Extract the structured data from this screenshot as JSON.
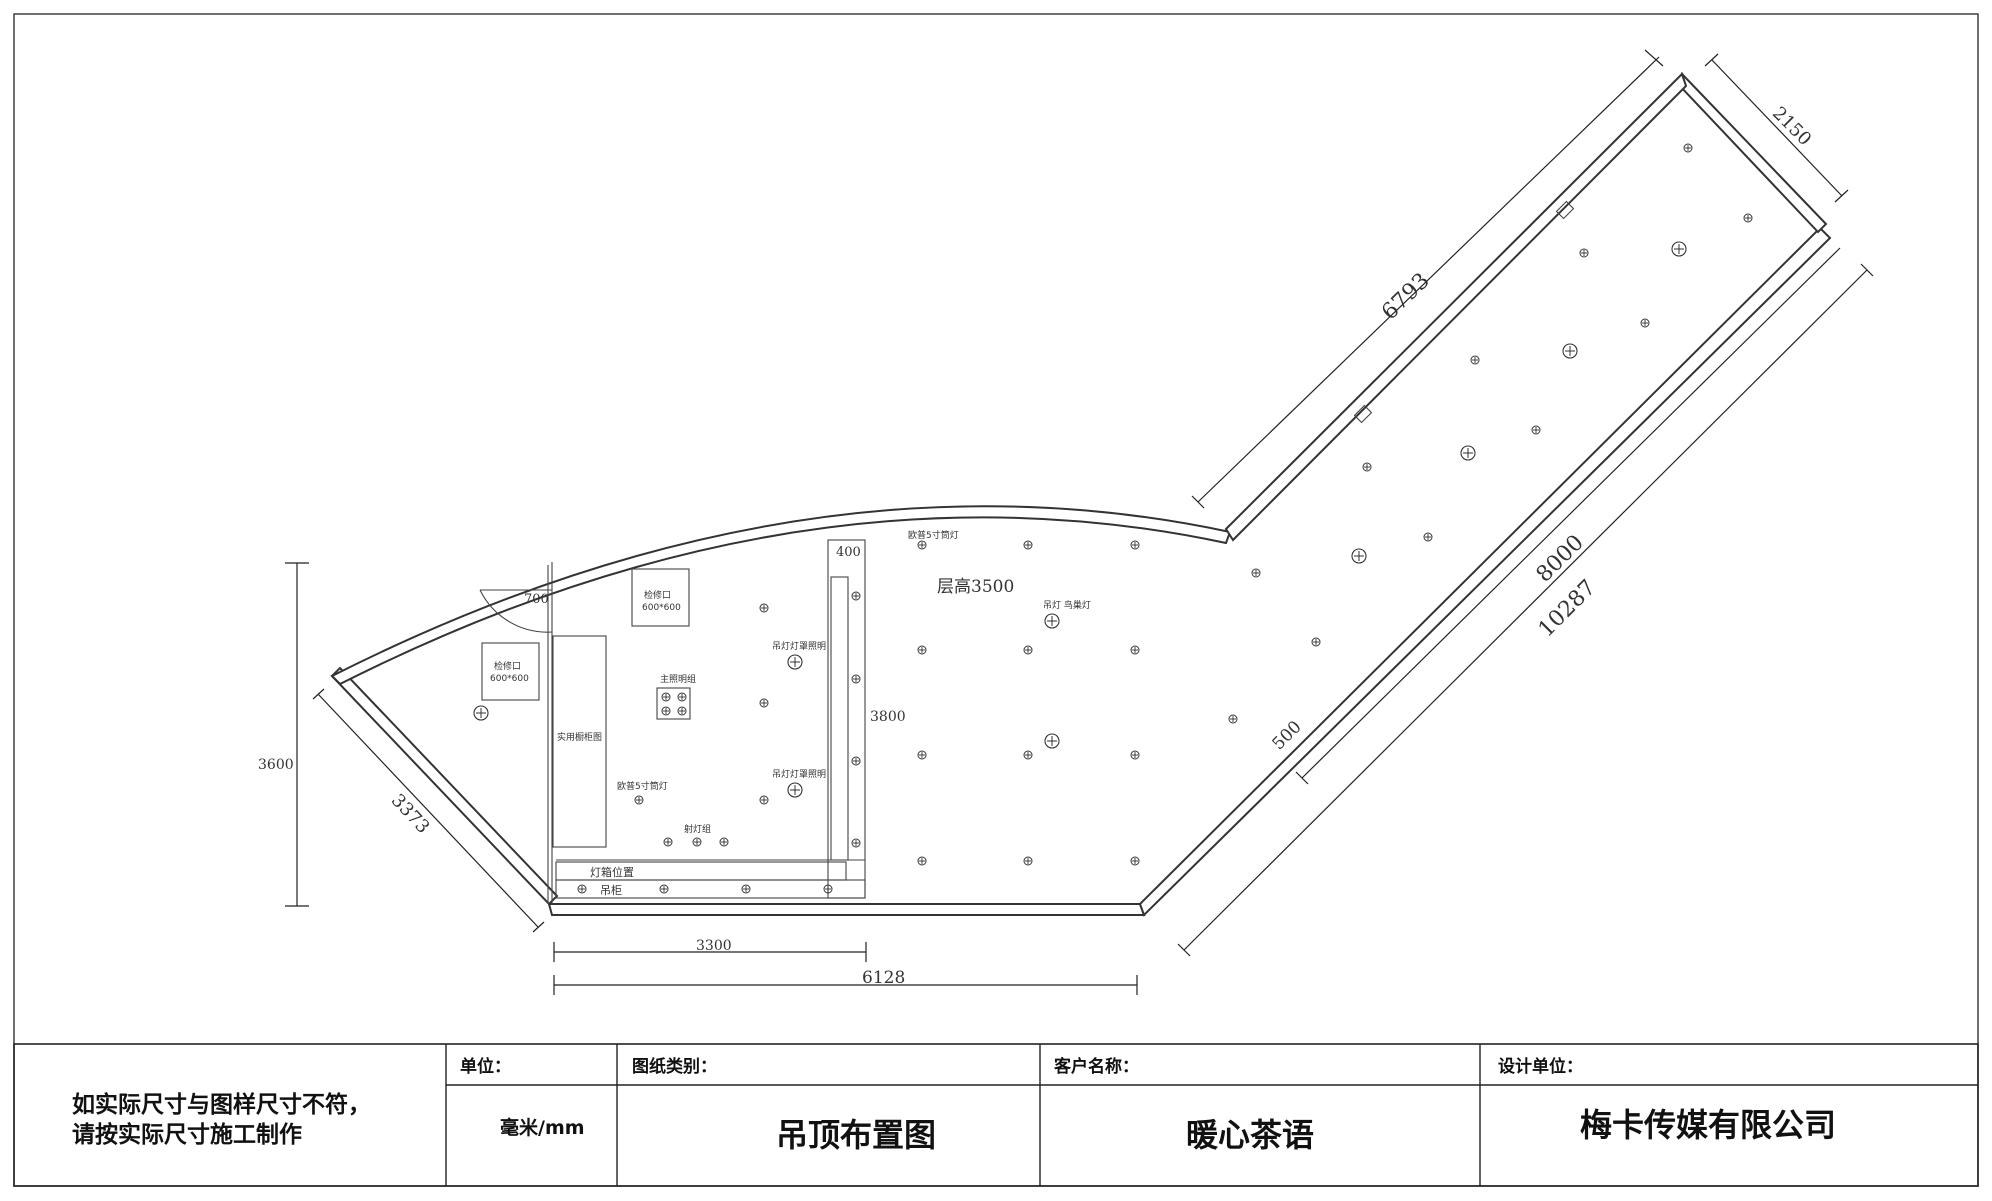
{
  "drawing": {
    "dimensions": {
      "d6793": "6793",
      "d2150": "2150",
      "d8000": "8000",
      "d10287": "10287",
      "d500": "500",
      "d3600": "3600",
      "d3373": "3373",
      "d3300": "3300",
      "d6128": "6128",
      "d700": "700",
      "d400": "400",
      "d3800": "3800"
    },
    "labels": {
      "ceiling_height": "层高3500",
      "access_hatch_1": "检修口",
      "access_hatch_1_size": "600*600",
      "access_hatch_2": "检修口",
      "access_hatch_2_size": "600*600",
      "storage_cabinet": "实用橱柜图",
      "main_lighting": "主照明组",
      "pendant_lamp_1": "吊灯灯罩照明",
      "pendant_lamp_2": "吊灯灯罩照明",
      "downlight_1": "欧普5寸筒灯",
      "downlight_2": "欧普5寸筒灯",
      "spotlight_group": "射灯组",
      "pendant_bird": "吊灯 鸟巢灯",
      "lightbox_position": "灯箱位置",
      "hanging_cabinet": "吊柜"
    }
  },
  "title_block": {
    "note_line1": "如实际尺寸与图样尺寸不符，",
    "note_line2": "请按实际尺寸施工制作",
    "unit_label": "单位：",
    "unit_value": "毫米/mm",
    "type_label": "图纸类别：",
    "type_value": "吊顶布置图",
    "client_label": "客户名称：",
    "client_value": "暖心茶语",
    "designer_label": "设计单位：",
    "designer_value": "梅卡传媒有限公司"
  },
  "colors": {
    "line": "#333333",
    "background": "#ffffff"
  }
}
